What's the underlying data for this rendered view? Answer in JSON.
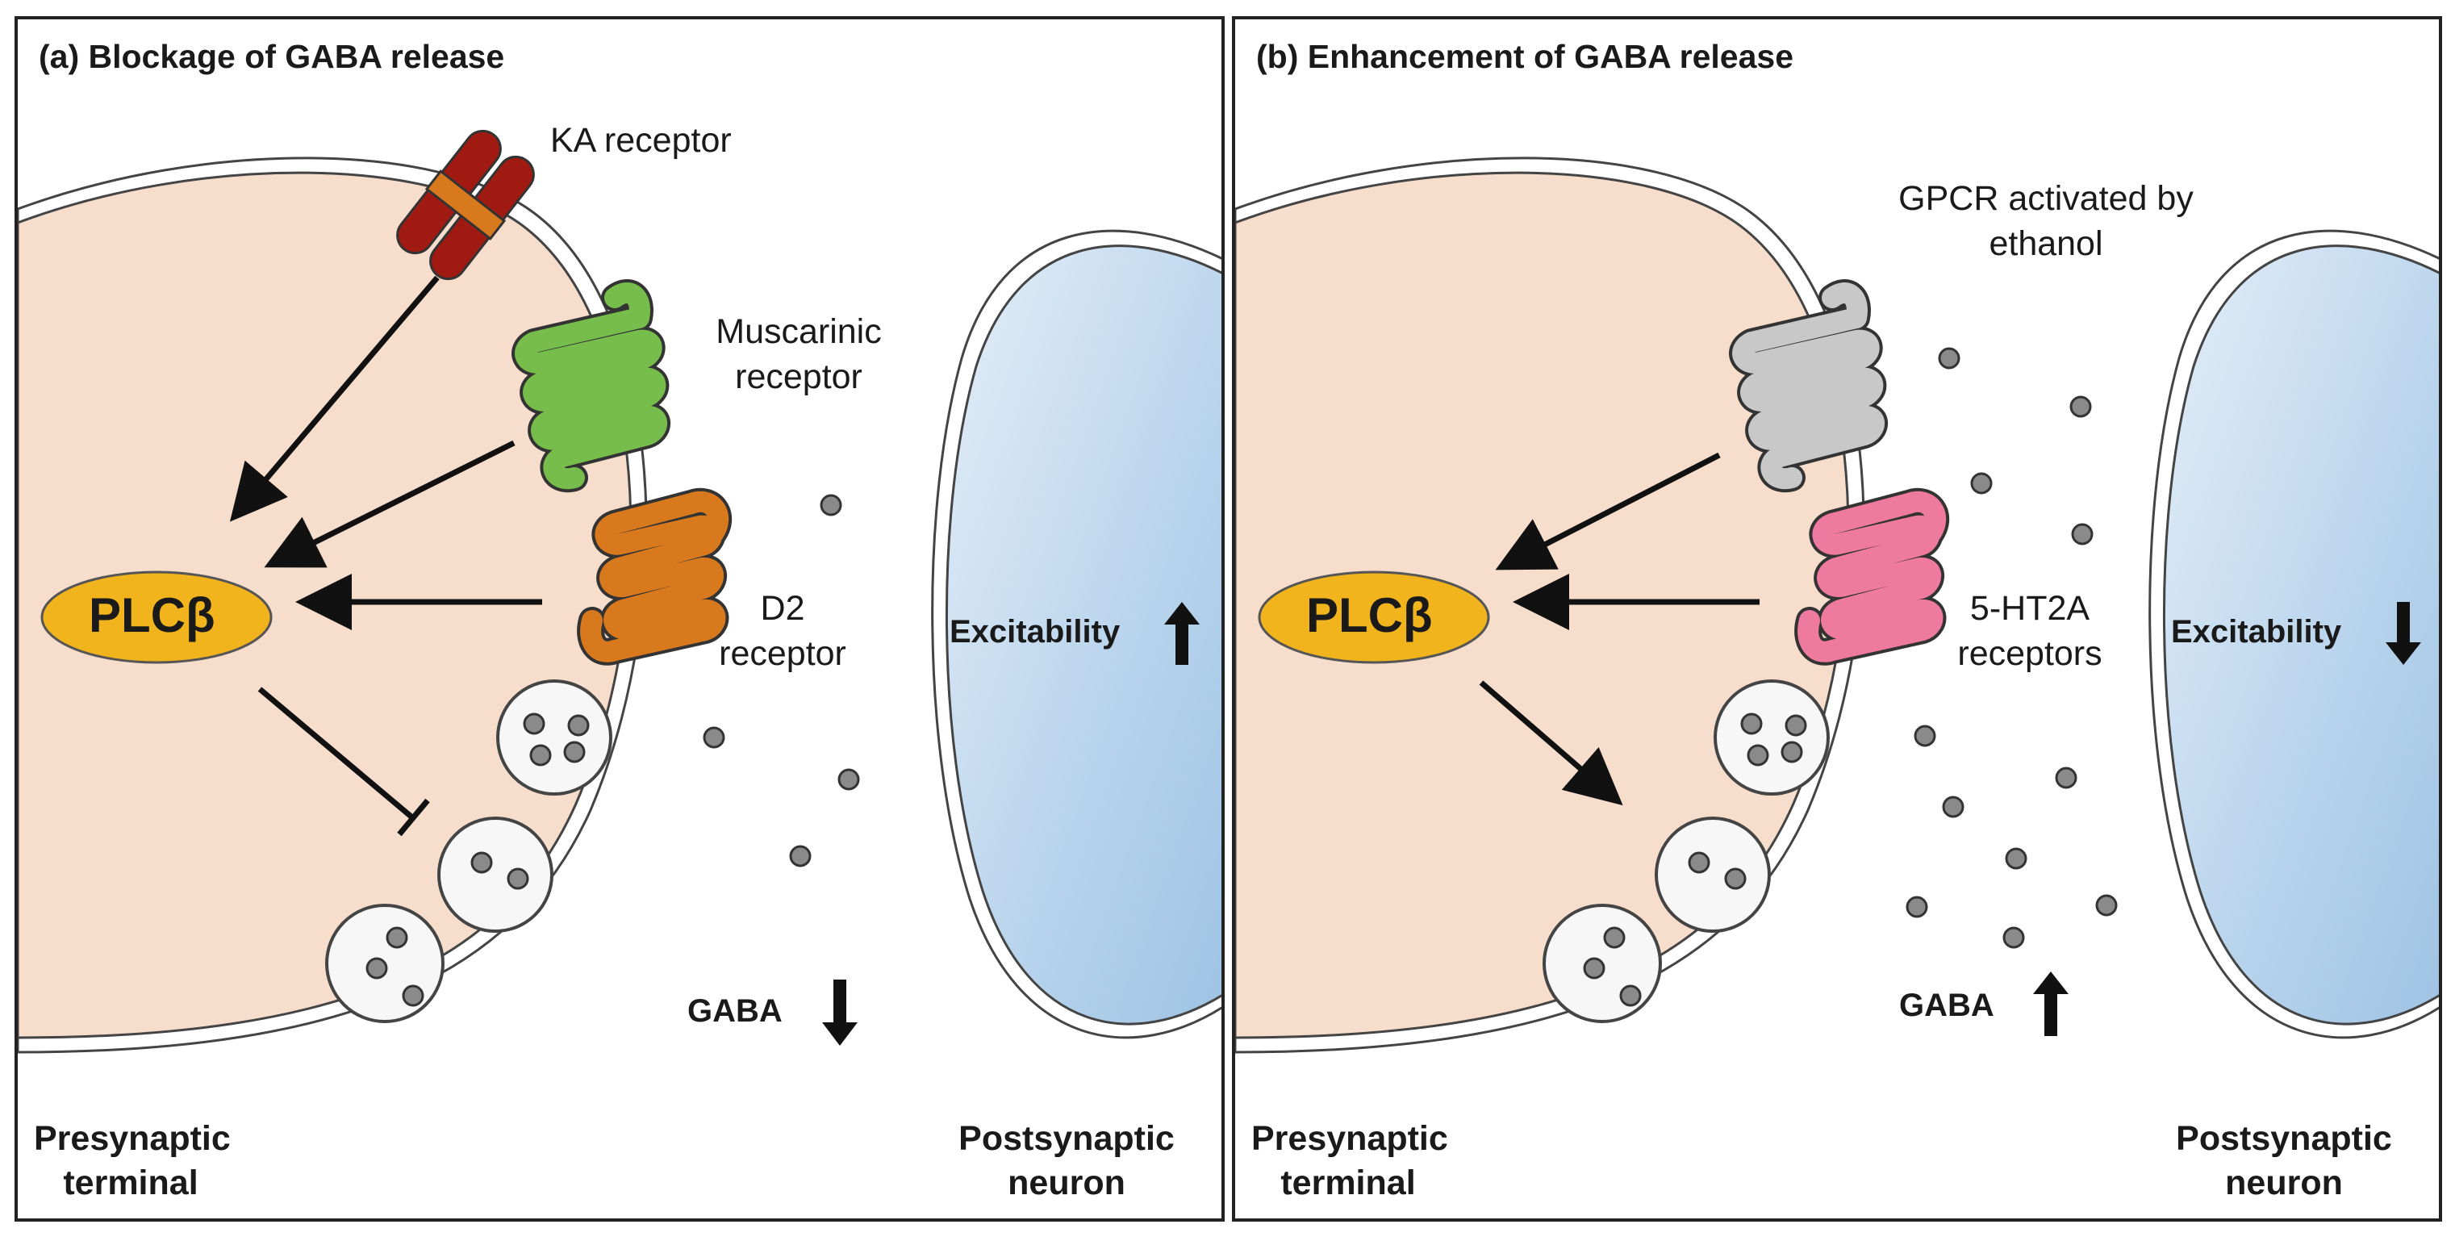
{
  "panel_a": {
    "title": "(a) Blockage of GABA release",
    "enzyme": "PLCβ",
    "receptors": [
      {
        "label": "KA receptor",
        "color": "#a11a12"
      },
      {
        "label": "Muscarinic receptor",
        "color": "#77bd4c"
      },
      {
        "label": "D2 receptor",
        "color": "#d9791e"
      }
    ],
    "gaba_label": "GABA",
    "gaba_direction": "down",
    "excitability_label": "Excitability",
    "excitability_direction": "up",
    "presynaptic_label": "Presynaptic terminal",
    "postsynaptic_label": "Postsynaptic neuron"
  },
  "panel_b": {
    "title": "(b) Enhancement of GABA release",
    "enzyme": "PLCβ",
    "receptors": [
      {
        "label": "GPCR activated by ethanol",
        "color": "#c8c8c8"
      },
      {
        "label": "5-HT2A receptors",
        "color": "#ee7aa0"
      }
    ],
    "gaba_label": "GABA",
    "gaba_direction": "up",
    "excitability_label": "Excitability",
    "excitability_direction": "down",
    "presynaptic_label": "Presynaptic terminal",
    "postsynaptic_label": "Postsynaptic neuron"
  },
  "colors": {
    "presynaptic_fill": "#f6ddcc",
    "postsynaptic_fill": "#b7d3ec",
    "enzyme_fill": "#f2b41d",
    "vesicle_fill": "#f7f7f7",
    "gaba_dot": "#8a8a8a"
  }
}
